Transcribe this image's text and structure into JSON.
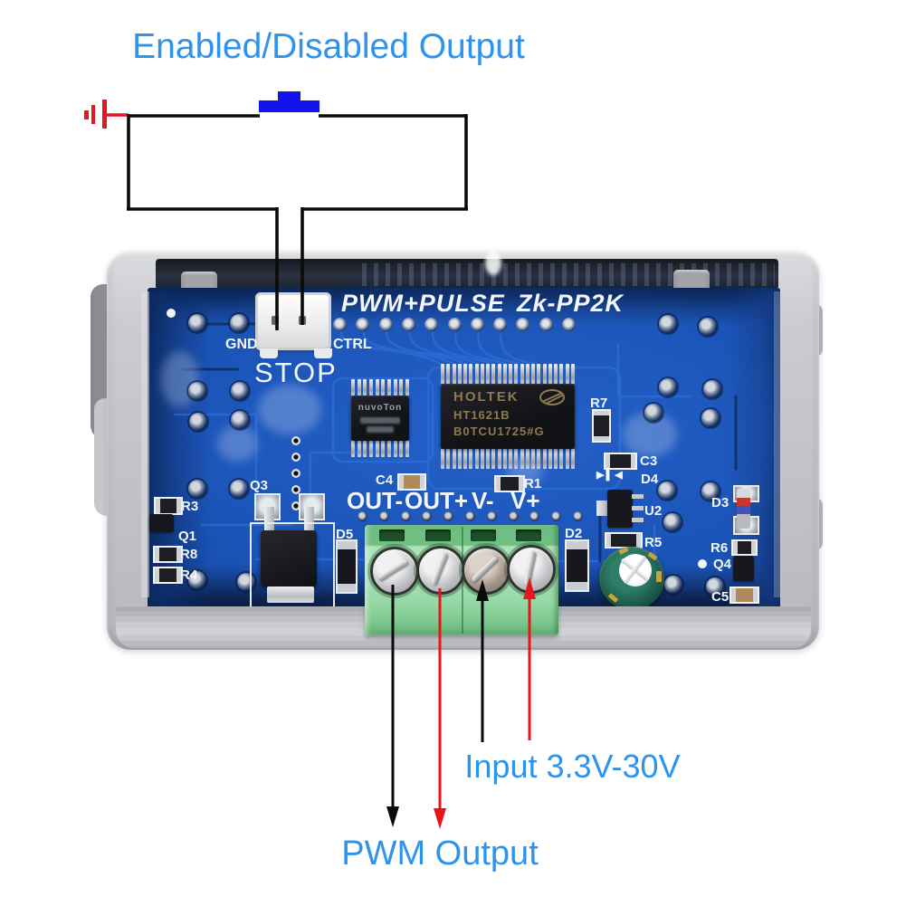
{
  "annotations": {
    "title": "Enabled/Disabled Output",
    "input_label": "Input 3.3V-30V",
    "output_label": "PWM Output"
  },
  "board": {
    "silk_title": "PWM+PULSE",
    "silk_model": "Zk-PP2K",
    "connector": {
      "gnd": "GND",
      "ctrl": "CTRL",
      "stop": "STOP"
    },
    "terminals": [
      "OUT-",
      "OUT+",
      "V-",
      "V+"
    ],
    "chips": {
      "mcu_brand": "nuvoTon",
      "lcd_brand": "HOLTEK",
      "lcd_part": "HT1621B",
      "lcd_lot": "B0TCU1725#G"
    },
    "refdes": {
      "r3": "R3",
      "q1": "Q1",
      "r8": "R8",
      "r4": "R4",
      "q3": "Q3",
      "d5": "D5",
      "c4": "C4",
      "r1": "R1",
      "d2": "D2",
      "r7": "R7",
      "c3": "C3",
      "d4": "D4",
      "u2": "U2",
      "r5": "R5",
      "d3": "D3",
      "r6": "R6",
      "q4": "Q4",
      "c5": "C5"
    },
    "d4_silk": "▶▌◀"
  },
  "colors": {
    "annotation_blue": "#2E93EC",
    "wire_black": "#0A0A0A",
    "wire_red": "#E8151C",
    "switch_blue": "#1512EE",
    "pcb_blue": "#1850B2",
    "terminal_green": "#9ED9AB",
    "case_gray": "#C6C7CB"
  }
}
